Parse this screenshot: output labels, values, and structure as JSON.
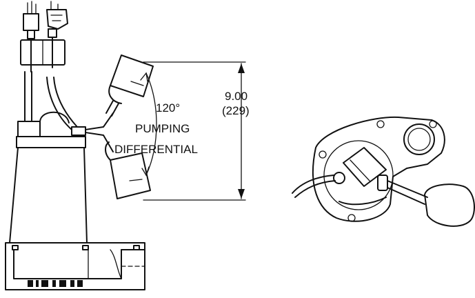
{
  "diagram": {
    "angle_label": "120°",
    "differential_line1": "PUMPING",
    "differential_line2": "DIFFERENTIAL",
    "dimension_in": "9.00",
    "dimension_mm": "(229)"
  }
}
